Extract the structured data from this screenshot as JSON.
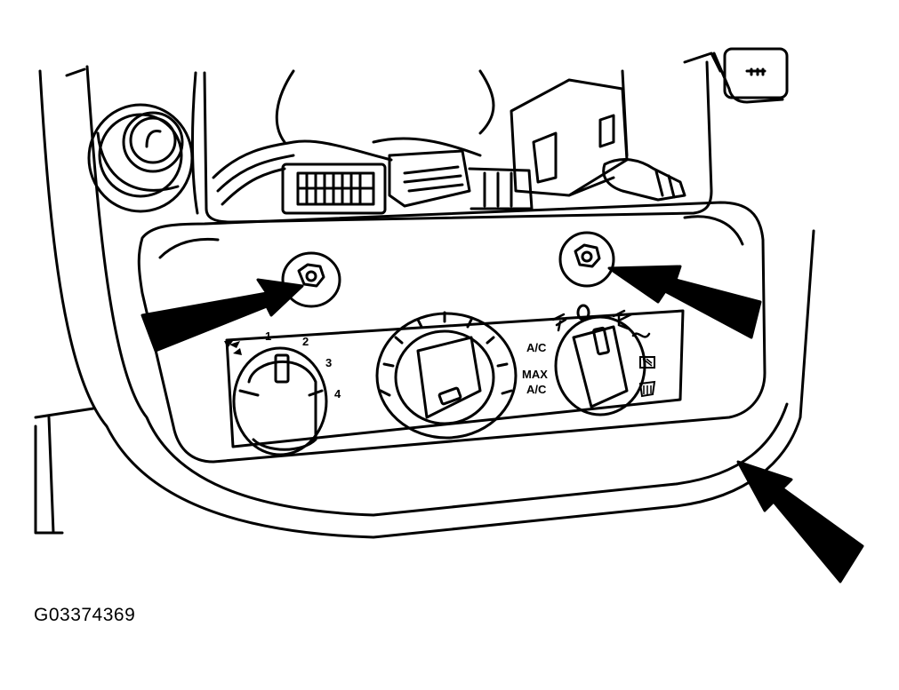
{
  "figure_id": "G03374369",
  "blower_knob": {
    "speed_labels": [
      "1",
      "2",
      "3",
      "4"
    ],
    "fan_icon": "fan-icon"
  },
  "temperature_knob": {},
  "mode_knob": {
    "labels": [
      "A/C",
      "MAX",
      "A/C"
    ],
    "icons": [
      "panel-vent-icon",
      "bilevel-vent-icon",
      "floor-vent-icon",
      "floor-defrost-icon",
      "defrost-icon"
    ]
  },
  "callouts": {
    "arrow_count": 3,
    "targets": [
      "left-mounting-screw",
      "right-mounting-screw",
      "trim-bezel"
    ]
  },
  "colors": {
    "ink": "#000000",
    "paper": "#ffffff"
  }
}
